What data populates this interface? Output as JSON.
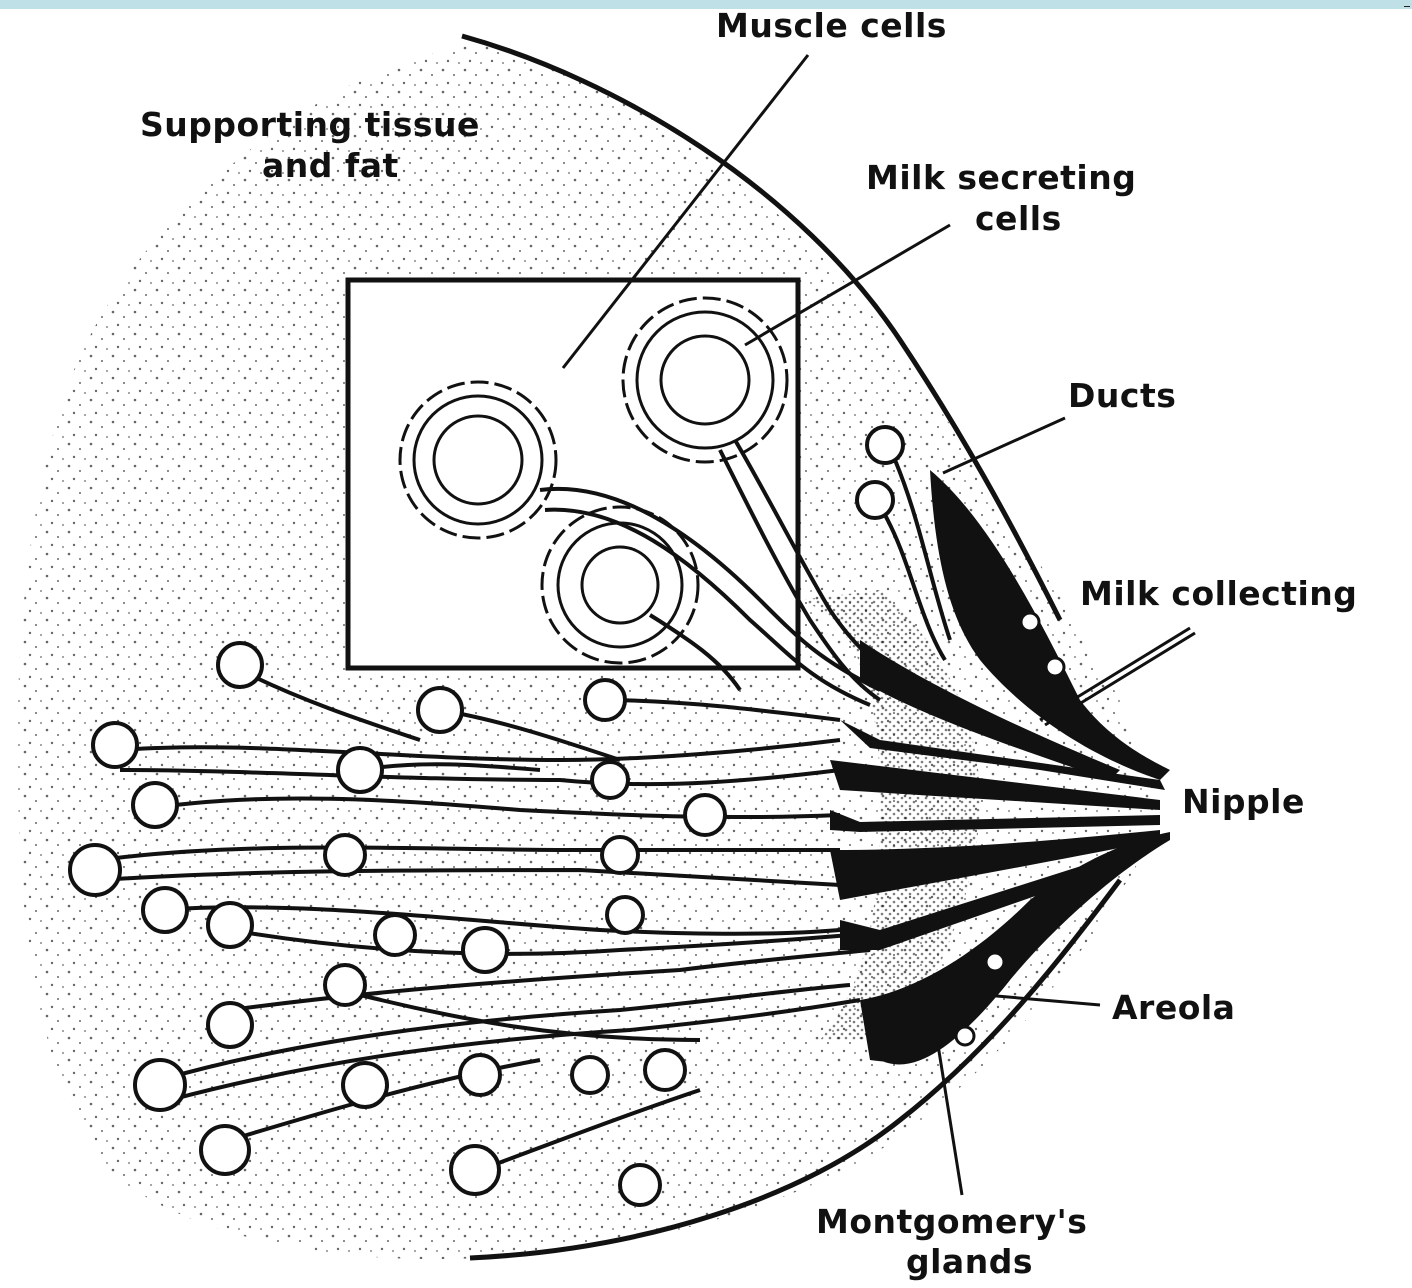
{
  "labels": {
    "muscle_cells": "Muscle cells",
    "supporting_tissue_1": "Supporting tissue",
    "supporting_tissue_2": "and fat",
    "milk_secreting_1": "Milk secreting",
    "milk_secreting_2": "cells",
    "ducts": "Ducts",
    "milk_collecting": "Milk collecting",
    "nipple": "Nipple",
    "areola": "Areola",
    "montgomery_1": "Montgomery's",
    "montgomery_2": "glands"
  },
  "colors": {
    "ink": "#111111",
    "background": "#ffffff",
    "top_bar": "#bfe0e6"
  }
}
